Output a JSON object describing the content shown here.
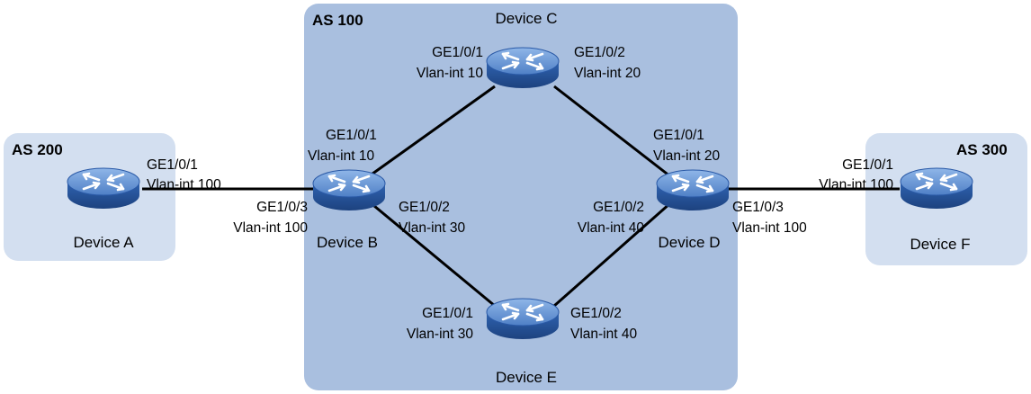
{
  "as_regions": [
    {
      "id": "as100",
      "label": "AS 100"
    },
    {
      "id": "as200",
      "label": "AS 200"
    },
    {
      "id": "as300",
      "label": "AS 300"
    }
  ],
  "devices": [
    {
      "id": "A",
      "name": "Device A",
      "icon": "router-icon"
    },
    {
      "id": "B",
      "name": "Device B",
      "icon": "router-icon"
    },
    {
      "id": "C",
      "name": "Device C",
      "icon": "router-icon"
    },
    {
      "id": "D",
      "name": "Device D",
      "icon": "router-icon"
    },
    {
      "id": "E",
      "name": "Device E",
      "icon": "router-icon"
    },
    {
      "id": "F",
      "name": "Device F",
      "icon": "router-icon"
    }
  ],
  "links": [
    {
      "from": "A",
      "to": "B"
    },
    {
      "from": "B",
      "to": "C"
    },
    {
      "from": "B",
      "to": "E"
    },
    {
      "from": "C",
      "to": "D"
    },
    {
      "from": "E",
      "to": "D"
    },
    {
      "from": "D",
      "to": "F"
    }
  ],
  "interface_labels": {
    "a_ge": "GE1/0/1",
    "a_vlan": "Vlan-int 100",
    "b_left_ge": "GE1/0/3",
    "b_left_vlan": "Vlan-int 100",
    "b_top_ge": "GE1/0/1",
    "b_top_vlan": "Vlan-int 10",
    "b_bot_ge": "GE1/0/2",
    "b_bot_vlan": "Vlan-int 30",
    "c_left_ge": "GE1/0/1",
    "c_left_vlan": "Vlan-int 10",
    "c_right_ge": "GE1/0/2",
    "c_right_vlan": "Vlan-int 20",
    "d_top_ge": "GE1/0/1",
    "d_top_vlan": "Vlan-int 20",
    "d_left_ge": "GE1/0/2",
    "d_left_vlan": "Vlan-int 40",
    "d_right_ge": "GE1/0/3",
    "d_right_vlan": "Vlan-int 100",
    "e_left_ge": "GE1/0/1",
    "e_left_vlan": "Vlan-int 30",
    "e_right_ge": "GE1/0/2",
    "e_right_vlan": "Vlan-int 40",
    "f_ge": "GE1/0/1",
    "f_vlan": "Vlan-int 100"
  },
  "colors": {
    "as_main_fill": "#a9bfdf",
    "as_side_fill": "#d3dff0",
    "router_body": "#2a59a6",
    "router_top": "#6a9ad8",
    "link": "#000000"
  }
}
